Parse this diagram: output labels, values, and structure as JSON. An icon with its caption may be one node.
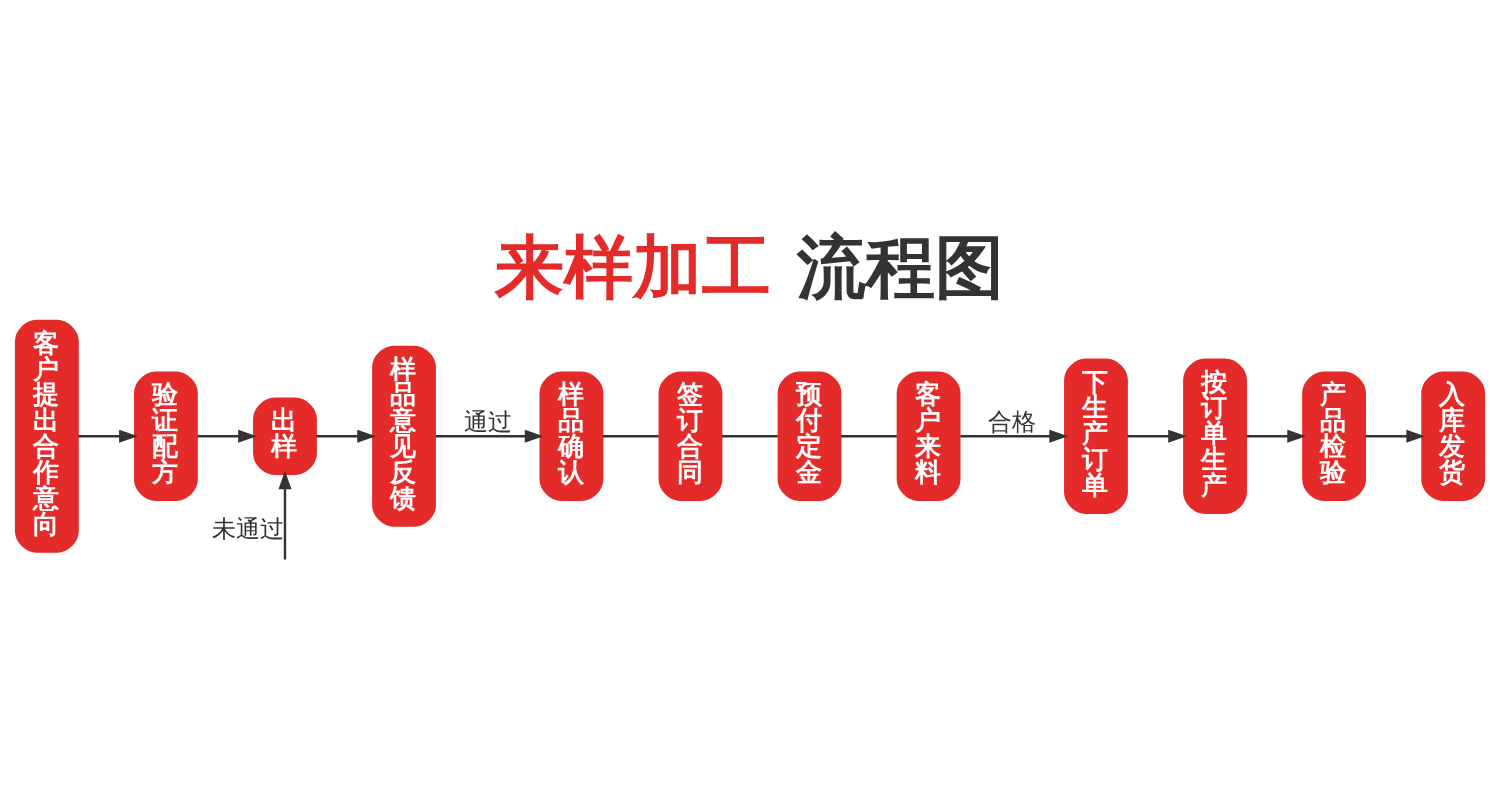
{
  "diagram": {
    "title": "来样加工 流程图",
    "nodes": [
      {
        "text": [
          "客户提出合作意向"
        ]
      },
      {
        "text": [
          "验证配方"
        ]
      },
      {
        "text": [
          "出样"
        ]
      },
      {
        "text": [
          "样品意见反馈"
        ]
      },
      {
        "text": [
          "样品确认"
        ]
      },
      {
        "text": [
          "签订合同"
        ]
      },
      {
        "text": [
          "预付定金"
        ]
      },
      {
        "text": [
          "客户来料"
        ]
      },
      {
        "text": [
          "下生产订单"
        ]
      },
      {
        "text": [
          "按订单生产"
        ]
      },
      {
        "text": [
          "产品检验"
        ]
      },
      {
        "text": [
          "入库发货"
        ]
      }
    ],
    "edges": [
      {
        "from": 0,
        "to": 1,
        "arrow": "to"
      },
      {
        "from": 1,
        "to": 2,
        "arrow": "to"
      },
      {
        "from": 2,
        "to": 3,
        "arrow": "to"
      },
      {
        "from": null,
        "to": 2,
        "arrow": "to",
        "label": "未通过"
      },
      {
        "from": 3,
        "to": 4,
        "arrow": "to",
        "label": "通过"
      },
      {
        "from": 4,
        "to": 5,
        "arrow": "none"
      },
      {
        "from": 5,
        "to": 6,
        "arrow": "none"
      },
      {
        "from": 6,
        "to": 7,
        "arrow": "none"
      },
      {
        "from": 7,
        "to": 8,
        "arrow": "to",
        "label": "合格"
      },
      {
        "from": 8,
        "to": 9,
        "arrow": "to"
      },
      {
        "from": 9,
        "to": 10,
        "arrow": "to"
      },
      {
        "from": 10,
        "to": 11,
        "arrow": "to"
      }
    ]
  }
}
